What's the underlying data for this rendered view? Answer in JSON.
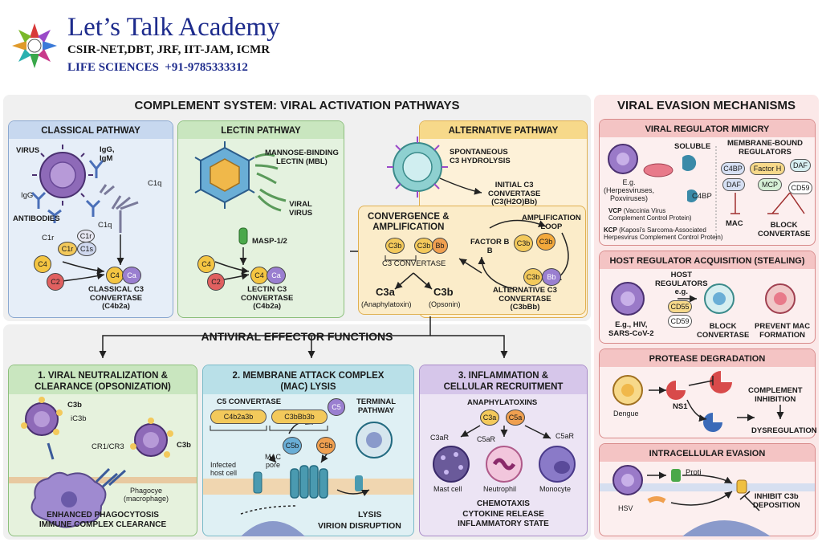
{
  "header": {
    "brand": "Let’s Talk Academy",
    "line1": "CSIR-NET,DBT, JRF, IIT-JAM, ICMR",
    "line2": "LIFE SCIENCES  +91-9785333312"
  },
  "main_title": "COMPLEMENT SYSTEM: VIRAL ACTIVATION PATHWAYS",
  "classical": {
    "title": "CLASSICAL PATHWAY",
    "virus": "VIRUS",
    "igg_igm": "IgG,\nIgM",
    "igg": "IgG",
    "antibodies": "ANTIBODIES",
    "c1q": "C1q",
    "c1q2": "C1q",
    "c1r": "C1r",
    "c1r2": "C1r",
    "c1r3": "C1r",
    "c1s": "C1s",
    "c4": "C4",
    "c2": "C2",
    "c4b": "C4",
    "c2a": "Ca",
    "conv": "CLASSICAL C3\nCONVERTASE\n(C4b2a)"
  },
  "lectin": {
    "title": "LECTIN PATHWAY",
    "mbl": "MANNOSE-BINDING\nLECTIN (MBL)",
    "viral": "VIRAL\nVIRUS",
    "masp": "MASP-1/2",
    "c4": "C4",
    "c2": "C2",
    "c4b": "C4",
    "c2a": "Ca",
    "conv": "LECTIN C3\nCONVERTASE\n(C4b2a)"
  },
  "alternative": {
    "title": "ALTERNATIVE PATHWAY",
    "spont": "SPONTANEOUS\nC3 HYDROLYSIS",
    "initial": "INITIAL C3\nCONVERTASE\n(C3(H2O)Bb)",
    "amp_loop": "AMPLIFICATION\nLOOP",
    "factor_b": "FACTOR B\nB",
    "c3b_a": "C3b",
    "c3b_b": "C3b",
    "c3b_c": "C3b",
    "bb": "Bb",
    "conv": "ALTERNATIVE C3\nCONVERTASE\n(C3bBb)"
  },
  "convergence": {
    "title": "CONVERGENCE &\nAMPLIFICATION",
    "c3b": "C3b",
    "c3b2": "C3b",
    "bb": "Bb",
    "c3_conv": "C3 CONVERTASE",
    "c3a": "C3a",
    "c3a_sub": "(Anaphylatoxin)",
    "c3b_out": "C3b",
    "c3b_sub": "(Opsonin)"
  },
  "effector_title": "ANTIVIRAL EFFECTOR FUNCTIONS",
  "neutralization": {
    "title": "1. VIRAL NEUTRALIZATION &\nCLEARANCE (OPSONIZATION)",
    "c3b": "C3b",
    "ic3b": "iC3b",
    "c3b_right": "C3b",
    "cr": "CR1/CR3",
    "phagocyte": "Phagocye\n(macrophage)",
    "footer": "ENHANCED PHAGOCYTOSIS\nIMMUNE COMPLEX CLEARANCE"
  },
  "mac": {
    "title": "2. MEMBRANE ATTACK COMPLEX\n(MAC) LYSIS",
    "c5_conv": "C5 CONVERTASE",
    "c4b2a3b": "C4b2a3b",
    "c3bbb3b": "C3bBb3b",
    "c5": "C5",
    "c5b": "C5b",
    "c5b2": "C5b",
    "terminal": "TERMINAL\nPATHWAY",
    "infected": "Infected\nhost cell",
    "mac_pore": "MAC\npore",
    "lysis": "LYSIS",
    "virion": "VIRION DISRUPTION"
  },
  "inflammation": {
    "title": "3. INFLAMMATION &\nCELLULAR RECRUITMENT",
    "anaphyl": "ANAPHYLATOXINS",
    "c3a": "C3a",
    "c5a": "C5a",
    "c3ar": "C3aR",
    "c5ar": "C5aR",
    "c5ar2": "C5aR",
    "mast": "Mast cell",
    "neut": "Neutrophil",
    "mono": "Monocyte",
    "footer": "CHEMOTAXIS\nCYTOKINE RELEASE\nINFLAMMATORY STATE"
  },
  "evasion": {
    "title": "VIRAL EVASION MECHANISMS",
    "mimicry": {
      "title": "VIRAL REGULATOR MIMICRY",
      "soluble": "SOLUBLE",
      "membrane": "MEMBRANE-BOUND\nREGULATORS",
      "eg": "E.g.\n(Herpesviruses,\nPoxviruses)",
      "c4bp": "C4BP",
      "c4bp_chip": "C4BP",
      "factor_h": "Factor H",
      "daf": "DAF",
      "daf2": "DAF",
      "mcp": "MCP",
      "cd59": "CD59",
      "mac": "MAC",
      "block": "BLOCK\nCONVERTASE",
      "vcp_abbr": "VCP",
      "vcp": "(Vaccinia Virus\nComplement Control Protein)",
      "kcp_abbr": "KCP",
      "kcp": "(Kaposi's Sarcoma-Associated\nHerpesvirus Complement Control Protein)"
    },
    "acquisition": {
      "title": "HOST REGULATOR ACQUISITION (STEALING)",
      "host": "HOST\nREGULATORS\ne.g.",
      "cd55": "CD55",
      "cd59": "CD59",
      "eg": "E.g., HIV,\nSARS-CoV-2",
      "block": "BLOCK\nCONVERTASE",
      "prevent": "PREVENT MAC\nFORMATION"
    },
    "protease": {
      "title": "PROTEASE DEGRADATION",
      "dengue": "Dengue",
      "ns1": "NS1",
      "inhibition": "COMPLEMENT\nINHIBITION",
      "dysreg": "DYSREGULATION"
    },
    "intracellular": {
      "title": "INTRACELLULAR EVASION",
      "proti": "Proti",
      "hsv": "HSV",
      "inhibit": "INHIBIT C3b\nDEPOSITION"
    }
  },
  "colors": {
    "classical_bg": "#e6eef8",
    "lectin_bg": "#e4f2df",
    "alt_bg": "#fdf1d8",
    "neut_bg": "#e6f2dd",
    "mac_bg": "#dff0f4",
    "infl_bg": "#ece4f4",
    "evasion_bg": "#fbe6e6",
    "virus": "#8e6ab8",
    "c4": "#f4c542",
    "c2": "#e06060",
    "c3b": "#f3c95b",
    "bb": "#9a7fd0"
  }
}
